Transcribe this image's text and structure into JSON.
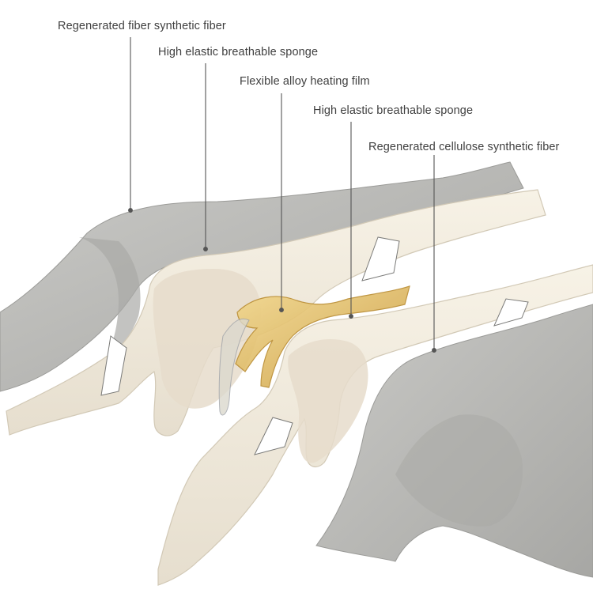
{
  "callouts": [
    {
      "label": "Regenerated fiber synthetic fiber"
    },
    {
      "label": "High elastic breathable sponge"
    },
    {
      "label": "Flexible alloy heating film"
    },
    {
      "label": "High elastic breathable sponge"
    },
    {
      "label": "Regenerated cellulose synthetic fiber"
    }
  ],
  "colors": {
    "fabric": "#b9b9b6",
    "fabric_dark": "#8e8e8b",
    "sponge": "#f1ebdc",
    "sponge_shadow": "#d9d1bf",
    "heating_film": "#d9b25a",
    "leader_line": "#555555"
  }
}
